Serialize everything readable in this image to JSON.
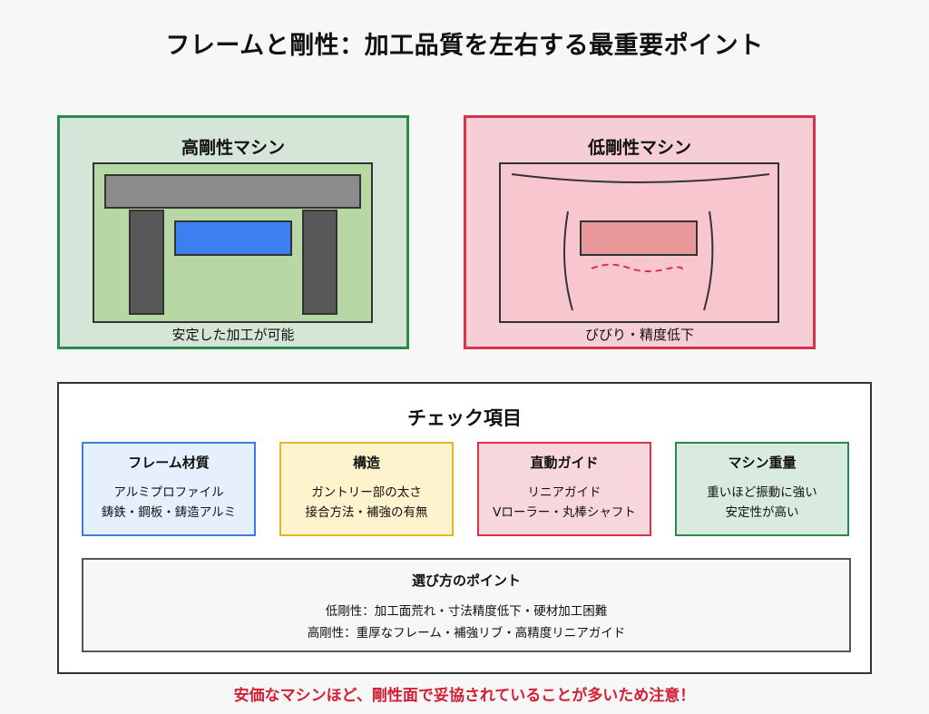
{
  "title": "フレームと剛性：加工品質を左右する最重要ポイント",
  "comparison": {
    "high": {
      "title": "高剛性マシン",
      "caption": "安定した加工が可能",
      "colors": {
        "border": "#2a8a4a",
        "panel_bg": "#d5e6d8",
        "machine_bg": "#b7d8a4",
        "frame": "#8c8c8c",
        "columns": "#585858",
        "workpiece": "#3b7ff0"
      }
    },
    "low": {
      "title": "低剛性マシン",
      "caption": "びびり・精度低下",
      "colors": {
        "border": "#d83446",
        "panel_bg": "#f5cfd5",
        "machine_bg": "#f7c6cf",
        "workpiece": "#e89898",
        "vibration": "#d83446"
      }
    }
  },
  "checklist": {
    "title": "チェック項目",
    "cards": [
      {
        "title": "フレーム材質",
        "lines": [
          "アルミプロファイル",
          "鋳鉄・鋼板・鋳造アルミ"
        ]
      },
      {
        "title": "構造",
        "lines": [
          "ガントリー部の太さ",
          "接合方法・補強の有無"
        ]
      },
      {
        "title": "直動ガイド",
        "lines": [
          "リニアガイド",
          "Vローラー・丸棒シャフト"
        ]
      },
      {
        "title": "マシン重量",
        "lines": [
          "重いほど振動に強い",
          "安定性が高い"
        ]
      }
    ],
    "tips": {
      "title": "選び方のポイント",
      "lines": [
        "低剛性：加工面荒れ・寸法精度低下・硬材加工困難",
        "高剛性：重厚なフレーム・補強リブ・高精度リニアガイド"
      ]
    }
  },
  "warning": "安価なマシンほど、剛性面で妥協されていることが多いため注意！"
}
